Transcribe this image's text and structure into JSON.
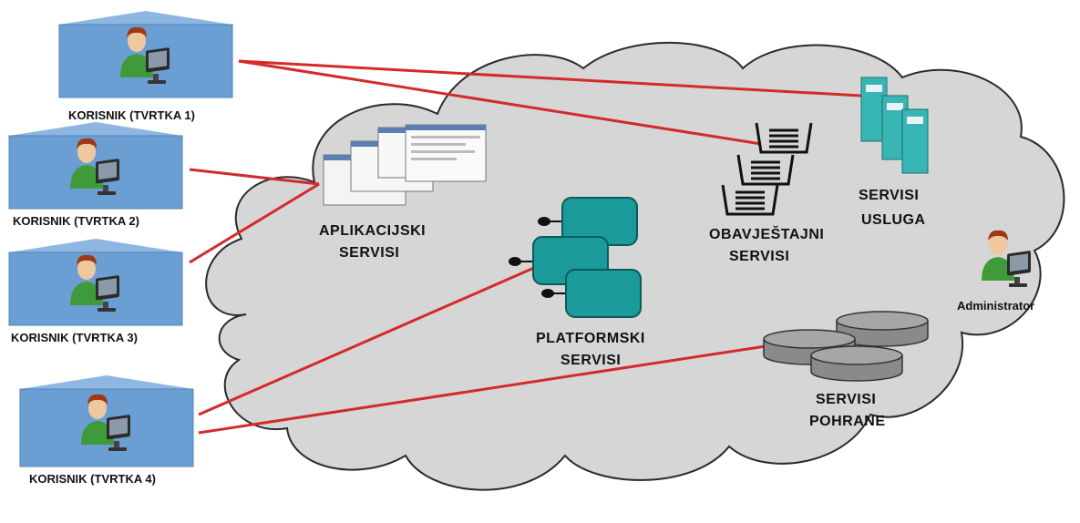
{
  "tenants": [
    {
      "label": "KORISNIK (TVRTKA 1)"
    },
    {
      "label": "KORISNIK (TVRTKA 2)"
    },
    {
      "label": "KORISNIK (TVRTKA 3)"
    },
    {
      "label": "KORISNIK (TVRTKA 4)"
    }
  ],
  "services": {
    "application": {
      "line1": "APLIKACIJSKI",
      "line2": "SERVISI"
    },
    "notification": {
      "line1": "OBAVJEŠTAJNI",
      "line2": "SERVISI"
    },
    "service": {
      "line1": "SERVISI",
      "line2": "USLUGA"
    },
    "platform": {
      "line1": "PLATFORMSKI",
      "line2": "SERVISI"
    },
    "storage": {
      "line1": "SERVISI",
      "line2": "POHRANE"
    }
  },
  "admin": {
    "label": "Administrator"
  },
  "colors": {
    "cloud_fill": "#d6d6d6",
    "cloud_stroke": "#2a2a2a",
    "link_line": "#d42a2a",
    "house_fill": "#6b9fd3",
    "house_roof": "#8db6e0",
    "platform_block": "#1a9a9a",
    "server_block": "#38b5b5",
    "storage_disk": "#8a8a8a"
  }
}
